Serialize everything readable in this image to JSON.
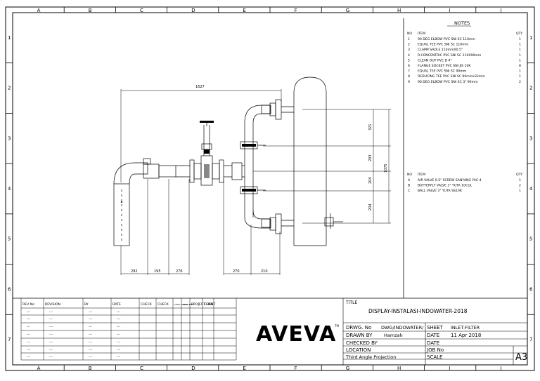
{
  "border": {
    "columns": [
      "A",
      "B",
      "C",
      "D",
      "E",
      "F",
      "G",
      "H",
      "I",
      "J"
    ],
    "rows": [
      "1",
      "2",
      "3",
      "4",
      "5",
      "6",
      "7"
    ]
  },
  "notes": {
    "title": "NOTES",
    "header": {
      "no": "NO",
      "item": "ITEM",
      "qty": "QTY"
    },
    "items": [
      {
        "no": "1",
        "item": "90 DEG ELBOW PVC SNI SC 110mm",
        "qty": "1"
      },
      {
        "no": "2",
        "item": "EQUAL TEE PVC SNI SC 110mm",
        "qty": "1"
      },
      {
        "no": "3",
        "item": "CLAMP SADLE 110mmX0.5\"",
        "qty": "1"
      },
      {
        "no": "4",
        "item": "R.CONCENTRIC PVC SNI SC 110X90mm",
        "qty": "1"
      },
      {
        "no": "5",
        "item": "CLEAN OUT PVC D 4\"",
        "qty": "1"
      },
      {
        "no": "6",
        "item": "FLANGE SOCKET PVC SNI JIS 10K",
        "qty": "8"
      },
      {
        "no": "7",
        "item": "EQUAL TEE PVC SNI SC 90mm",
        "qty": "1"
      },
      {
        "no": "8",
        "item": "REDUCING TEE PVC SNI SC 90mmx32mm",
        "qty": "1"
      },
      {
        "no": "9",
        "item": "90 DEG ELBOW PVC SNI SC 3\" 90mm",
        "qty": "2"
      }
    ]
  },
  "valves": {
    "header": {
      "no": "NO",
      "item": "ITEM",
      "qty": "QTY"
    },
    "items": [
      {
        "no": "A",
        "item": "AIR VALVE 0.5\" SCREW SANYANG YAC-4",
        "qty": "1"
      },
      {
        "no": "B",
        "item": "BUTTERFLY VALVE 3\" YUTA 10CUL",
        "qty": "2"
      },
      {
        "no": "C",
        "item": "BALL VALVE 3\" YUTA SS10K",
        "qty": "1"
      }
    ]
  },
  "dimensions": {
    "top": "1627",
    "right_a": "321",
    "right_b": "203",
    "right_c": "204",
    "right_d": "204",
    "right_total": "1075",
    "bottom": [
      "292",
      "195",
      "276",
      "270",
      "210"
    ]
  },
  "revision_table": {
    "headers": [
      "REV No",
      "REVISION",
      "BY",
      "DATE",
      "CHECK",
      "CHECK",
      "LEAD CHECK",
      "LEAD ENG",
      "PROJECT ENG",
      "CLIENT"
    ],
    "placeholder": "---"
  },
  "logo": {
    "text": "AVEVA",
    "tm": "TM"
  },
  "title_block": {
    "title_label": "TITLE",
    "title_value": "DISPLAY-INSTALASI-INDOWATER-2018",
    "drwg_label": "DRWG. No",
    "drwg_value": "DWG/INDOWATER/",
    "sheet_label": "SHEET",
    "sheet_value": "INLET-FILTER",
    "drawn_label": "DRAWN BY",
    "drawn_value": "Hamzah",
    "date_label": "DATE",
    "date_value": "11 Apr 2018",
    "checked_label": "CHECKED BY",
    "date2_label": "DATE",
    "location_label": "LOCATION",
    "job_label": "JOB No",
    "projection": "Third Angle Projection",
    "scale_label": "SCALE",
    "size": "A3"
  }
}
